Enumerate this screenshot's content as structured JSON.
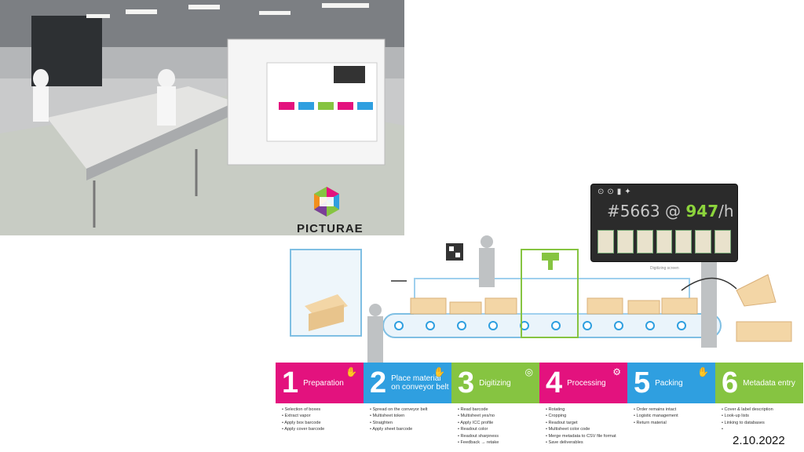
{
  "logo": {
    "text": "PICTURAE"
  },
  "screen": {
    "counter_count": "#5663",
    "counter_at": "@",
    "counter_rate": "947",
    "counter_unit": "/h",
    "caption": "Digitizing screen"
  },
  "steps": [
    {
      "number": "1",
      "label": "Preparation",
      "color": "#e3127e",
      "icon": "hand-box-icon",
      "bullets": [
        "Selection of boxes",
        "Extract vapor",
        "Apply box barcode",
        "Apply cover barcode"
      ]
    },
    {
      "number": "2",
      "label": "Place material on conveyor belt",
      "color": "#2f9fe0",
      "icon": "hand-box-icon",
      "bullets": [
        "Spread on the conveyor belt",
        "Multisheet token",
        "Straighten",
        "Apply sheet barcode"
      ]
    },
    {
      "number": "3",
      "label": "Digitizing",
      "color": "#86c441",
      "icon": "camera-icon",
      "bullets": [
        "Read barcode",
        "Multisheet yes/no",
        "Apply ICC profile",
        "Readout color",
        "Readout sharpness",
        "Feedback → retake"
      ]
    },
    {
      "number": "4",
      "label": "Processing",
      "color": "#e3127e",
      "icon": "gears-icon",
      "bullets": [
        "Rotating",
        "Cropping",
        "Readout target",
        "Multisheet color code",
        "Merge metadata to CSV file format",
        "Save deliverables"
      ]
    },
    {
      "number": "5",
      "label": "Packing",
      "color": "#2f9fe0",
      "icon": "hand-box-icon",
      "bullets": [
        "Order remains intact",
        "Logistic management",
        "Return material"
      ]
    },
    {
      "number": "6",
      "label": "Metadata entry",
      "color": "#86c441",
      "icon": "",
      "bullets": [
        "Cover & label description",
        "Look-up lists",
        "Linking to databases",
        ""
      ]
    }
  ],
  "date": "2.10.2022"
}
